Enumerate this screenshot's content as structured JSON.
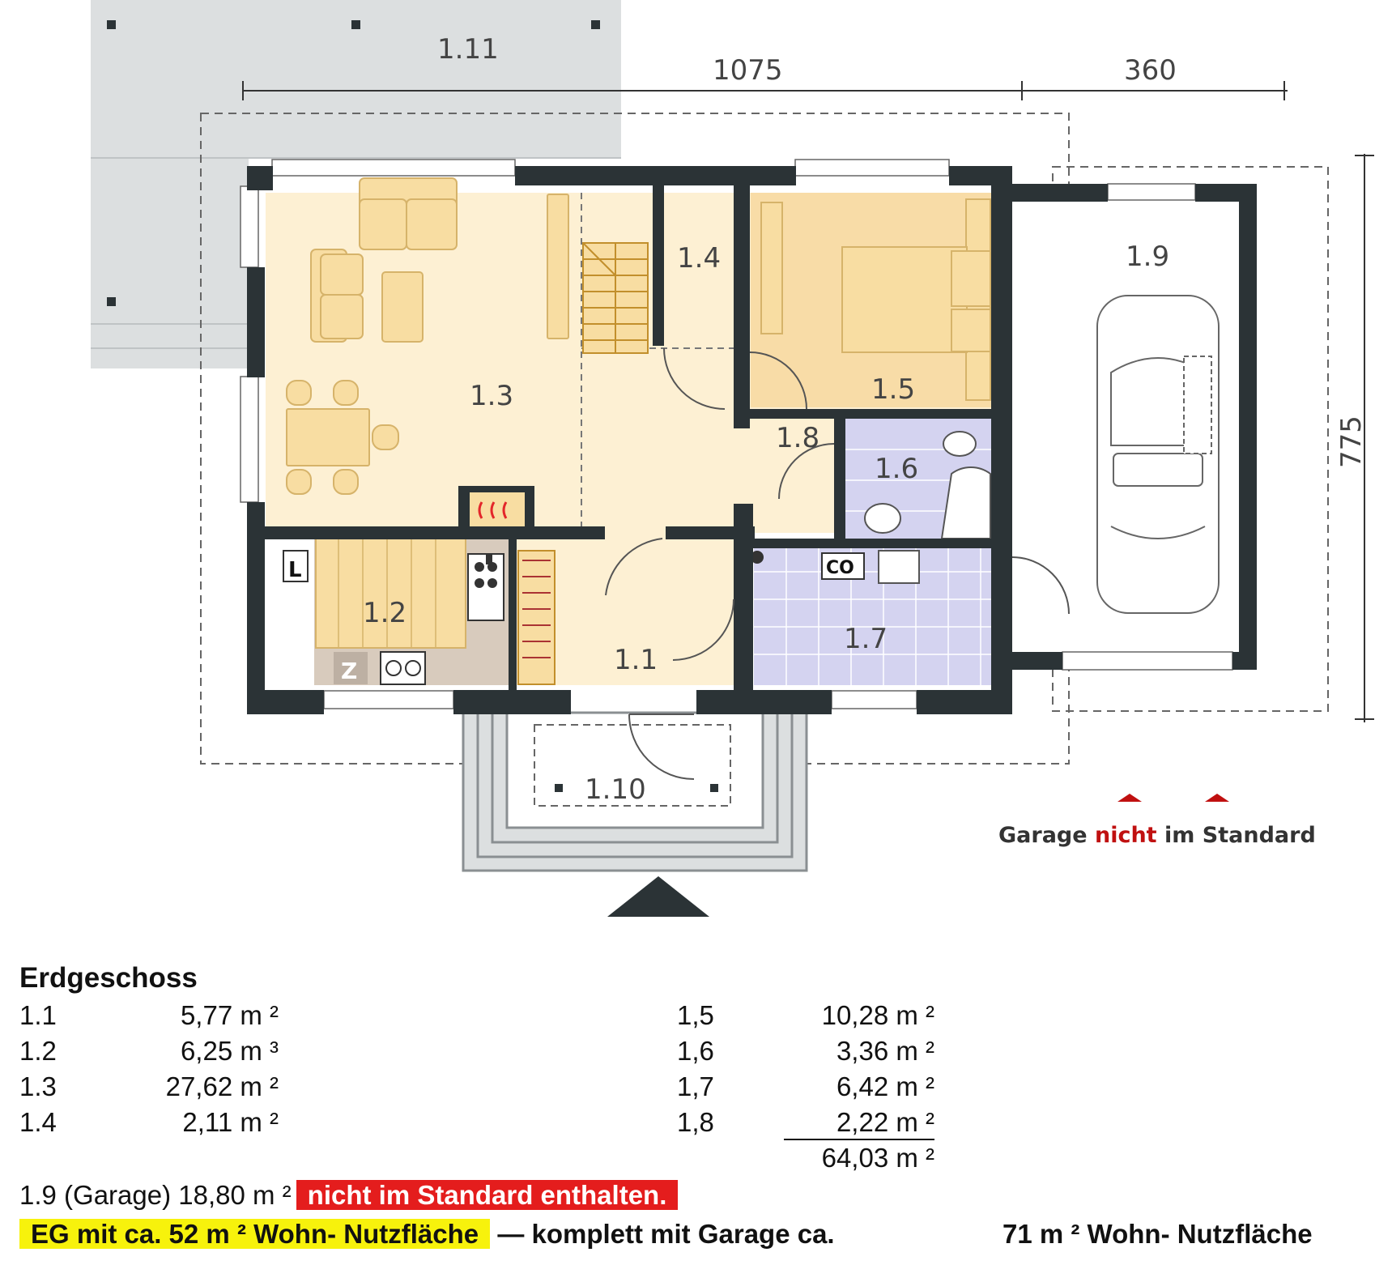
{
  "plan": {
    "dimensions": {
      "width": "1075",
      "garage_width": "360",
      "depth": "775"
    },
    "rooms": {
      "r1_1": "1.1",
      "r1_2": "1.2",
      "r1_3": "1.3",
      "r1_4": "1.4",
      "r1_5": "1.5",
      "r1_6": "1.6",
      "r1_7": "1.7",
      "r1_8": "1.8",
      "r1_9": "1.9",
      "r1_10": "1.10",
      "r1_11": "1.11"
    },
    "fixtures": {
      "laundry": "L",
      "fridge": "Z",
      "toilet": "CO"
    },
    "garage_note": {
      "before": "Garage ",
      "highlight": "nicht",
      "after": " im Standard"
    },
    "colors": {
      "wall": "#2b3336",
      "living": "#fdf0d3",
      "bedroom": "#f8dca7",
      "bath": "#d4d3f0",
      "furniture": "#f8dda2",
      "terrace": "#dcdfe0",
      "fire": "#e3262a"
    }
  },
  "areas": {
    "title": "Erdgeschoss",
    "left": [
      {
        "no": "1.1",
        "value": "5,77 m ²"
      },
      {
        "no": "1.2",
        "value": "6,25 m ³"
      },
      {
        "no": "1.3",
        "value": "27,62 m ²"
      },
      {
        "no": "1.4",
        "value": "2,11 m ²"
      }
    ],
    "right": [
      {
        "no": "1,5",
        "value": "10,28 m ²"
      },
      {
        "no": "1,6",
        "value": "3,36 m ²"
      },
      {
        "no": "1,7",
        "value": "6,42 m ²"
      },
      {
        "no": "1,8",
        "value": "2,22 m ²"
      }
    ],
    "total": "64,03 m ²",
    "garage_line": {
      "text": "1.9 (Garage) 18,80 m ²",
      "badge": "nicht im Standard enthalten."
    },
    "summary": {
      "eg": "EG  mit ca. 52 m ² Wohn- Nutzfläche",
      "middle": "— komplett mit Garage ca.",
      "total": "71 m ² Wohn- Nutzfläche"
    }
  }
}
